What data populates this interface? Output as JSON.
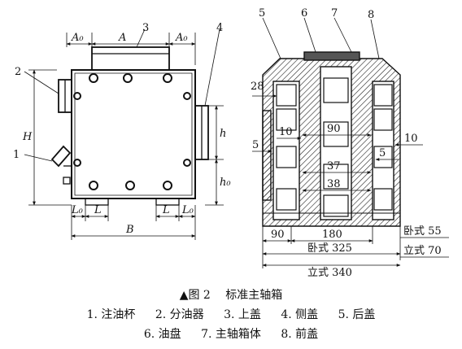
{
  "left_view": {
    "part_numbers": [
      "1",
      "2",
      "3",
      "4"
    ],
    "dims": {
      "A0_left": "A₀",
      "A": "A",
      "A0_right": "A₀",
      "H": "H",
      "h": "h",
      "h0": "h₀",
      "L0_left": "L₀",
      "L_left": "L",
      "L_right": "L",
      "L0_right": "L₀",
      "B": "B"
    }
  },
  "right_view": {
    "part_numbers": [
      "5",
      "6",
      "7",
      "8"
    ],
    "dims": {
      "d28": "28",
      "d10_left": "10",
      "d90_top": "90",
      "d5_left": "5",
      "d37": "37",
      "d38": "38",
      "d5_right": "5",
      "d10_right": "10",
      "d90_bottom": "90",
      "d180": "180",
      "wo325": "卧式 325",
      "li340": "立式 340",
      "wo55": "卧式 55",
      "li70": "立式 70"
    }
  },
  "caption": {
    "title": "▲图 2　 标准主轴箱",
    "legend_line1": [
      "1. 注油杯",
      "2. 分油器",
      "3. 上盖",
      "4. 侧盖",
      "5. 后盖"
    ],
    "legend_line2": [
      "6. 油盘",
      "7. 主轴箱体",
      "8. 前盖"
    ]
  }
}
